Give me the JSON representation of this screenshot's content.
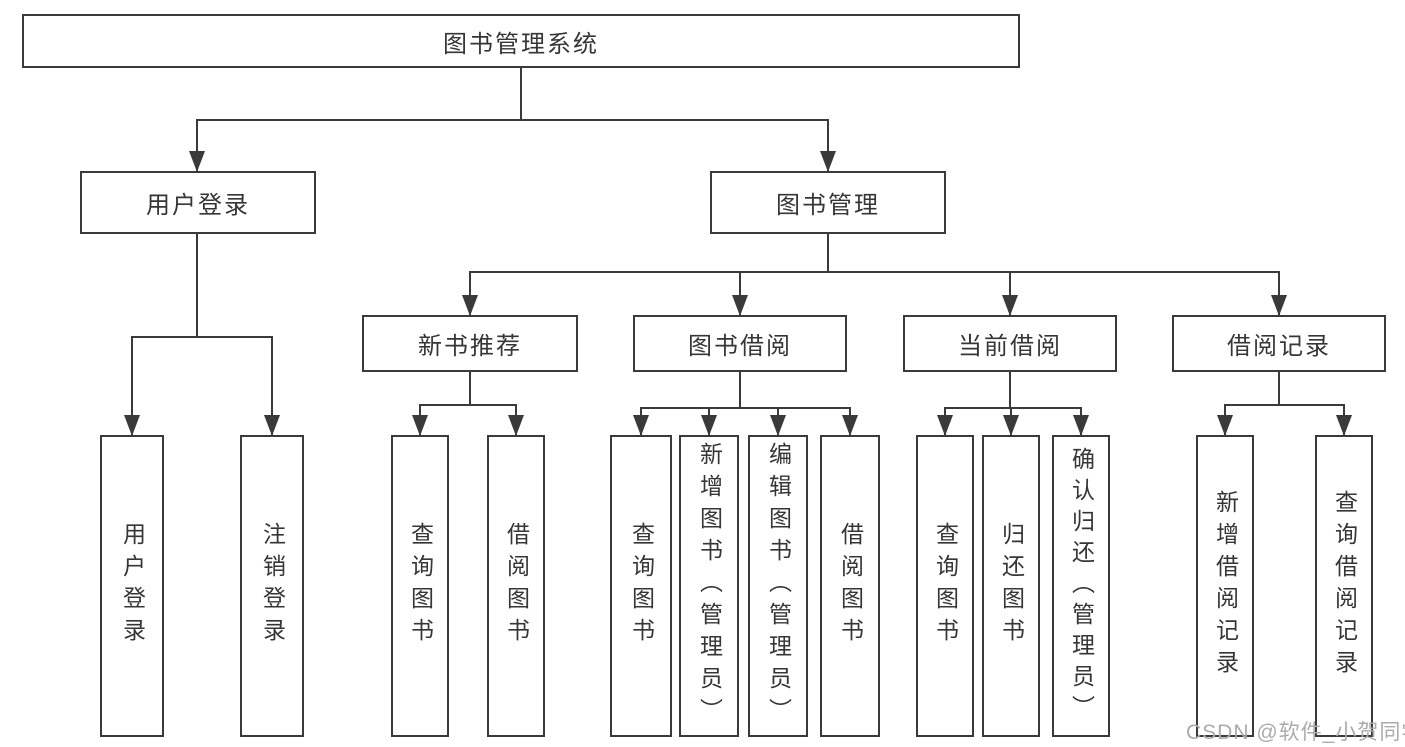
{
  "colors": {
    "line": "#3a3a3a",
    "text": "#363636",
    "box_background": "#ffffff",
    "page_background": "#ffffff",
    "watermark": "#ababab"
  },
  "tree": {
    "root": {
      "label": "图书管理系统"
    },
    "branches": [
      {
        "label": "用户登录",
        "children": [
          {
            "label": "用户登录"
          },
          {
            "label": "注销登录"
          }
        ]
      },
      {
        "label": "图书管理",
        "children": [
          {
            "label": "新书推荐",
            "children": [
              {
                "label": "查询图书"
              },
              {
                "label": "借阅图书"
              }
            ]
          },
          {
            "label": "图书借阅",
            "children": [
              {
                "label": "查询图书"
              },
              {
                "label": "新增图书（管理员）"
              },
              {
                "label": "编辑图书（管理员）"
              },
              {
                "label": "借阅图书"
              }
            ]
          },
          {
            "label": "当前借阅",
            "children": [
              {
                "label": "查询图书"
              },
              {
                "label": "归还图书"
              },
              {
                "label": "确认归还（管理员）"
              }
            ]
          },
          {
            "label": "借阅记录",
            "children": [
              {
                "label": "新增借阅记录"
              },
              {
                "label": "查询借阅记录"
              }
            ]
          }
        ]
      }
    ]
  },
  "watermark": {
    "text": "CSDN @软件_小贺同学"
  }
}
